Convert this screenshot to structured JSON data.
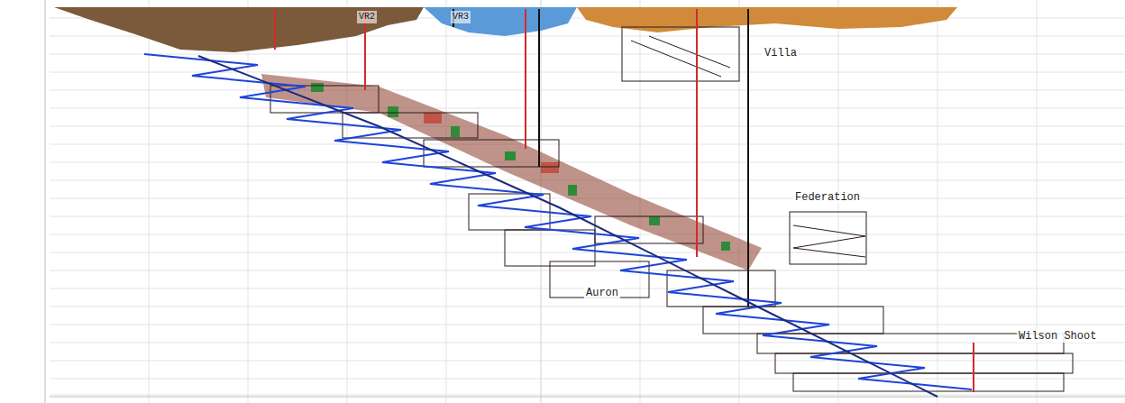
{
  "diagram": {
    "labels": [
      "VR2",
      "VR3",
      "Villa",
      "Federation",
      "Auron",
      "Wilson Shoot"
    ]
  }
}
